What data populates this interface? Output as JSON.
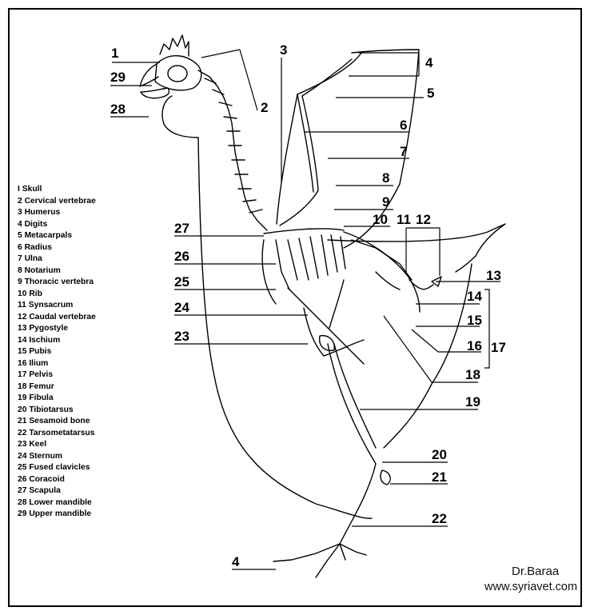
{
  "legend": [
    "I Skull",
    "2 Cervical vertebrae",
    "3 Humerus",
    "4 Digits",
    "5 Metacarpals",
    "6 Radius",
    "7 Ulna",
    "8 Notarium",
    "9 Thoracic vertebra",
    "10 Rib",
    "11 Synsacrum",
    "12 Caudal vertebrae",
    "13 Pygostyle",
    "14 Ischium",
    "15 Pubis",
    "16 Ilium",
    "17 Pelvis",
    "18 Femur",
    "19 Fibula",
    "20 Tibiotarsus",
    "21 Sesamoid bone",
    "22 Tarsometatarsus",
    "23 Keel",
    "24 Sternum",
    "25 Fused clavicles",
    "26 Coracoid",
    "27 Scapula",
    "28 Lower mandible",
    "29 Upper mandible"
  ],
  "labels": {
    "n1": "1",
    "n2": "2",
    "n3": "3",
    "n4_wing": "4",
    "n5": "5",
    "n6": "6",
    "n7": "7",
    "n8": "8",
    "n9": "9",
    "n10": "10",
    "n11": "11",
    "n12": "12",
    "n13": "13",
    "n14": "14",
    "n15": "15",
    "n16": "16",
    "n17": "17",
    "n18": "18",
    "n19": "19",
    "n20": "20",
    "n21": "21",
    "n22": "22",
    "n23": "23",
    "n24": "24",
    "n25": "25",
    "n26": "26",
    "n27": "27",
    "n28": "28",
    "n29": "29",
    "n4_foot": "4"
  },
  "credit": {
    "name": "Dr.Baraa",
    "site": "www.syriavet.com"
  }
}
